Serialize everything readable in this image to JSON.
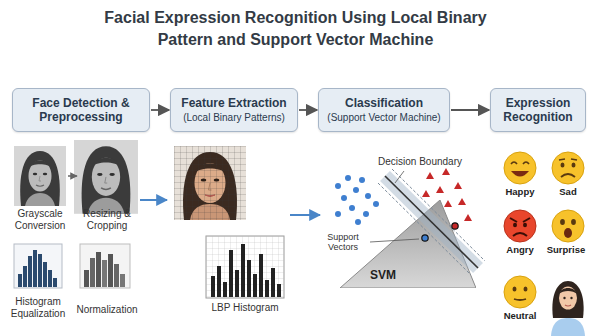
{
  "diagram": {
    "title": "Facial Expression Recognition Using Local Binary Pattern and Support Vector Machine",
    "nodes": [
      {
        "text": [
          "Face Detection & Preprocessing"
        ]
      },
      {
        "text": [
          "Feature Extraction",
          "(Local Binary Patterns)"
        ]
      },
      {
        "text": [
          "Classification",
          "(Support Vector Machine)"
        ]
      },
      {
        "text": [
          "Expression Recognition"
        ]
      },
      {
        "text": [
          "SVM"
        ]
      }
    ],
    "edges": [
      {
        "from": 0,
        "to": 1,
        "arrow": "to"
      },
      {
        "from": 1,
        "to": 2,
        "arrow": "to"
      },
      {
        "from": 2,
        "to": 3,
        "arrow": "to"
      }
    ],
    "labels": [
      "Grayscale Conversion",
      "Resizing & Cropping",
      "Histogram Equalization",
      "Normalization",
      "LBP Histogram",
      "Decision Boundary",
      "Support Vectors",
      "Happy",
      "Sad",
      "Angry",
      "Surprise",
      "Neutral"
    ]
  }
}
